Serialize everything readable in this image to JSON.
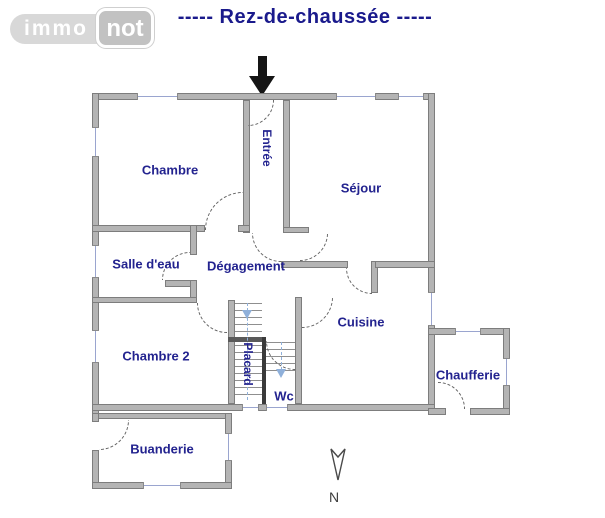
{
  "logo": {
    "immo": "immo",
    "not": "not"
  },
  "title": "-----  Rez-de-chaussée  -----",
  "rooms": {
    "chambre": "Chambre",
    "entree": "Entrée",
    "sejour": "Séjour",
    "salle_deau": "Salle d'eau",
    "degagement": "Dégagement",
    "chambre2": "Chambre 2",
    "placard": "Placard",
    "cuisine": "Cuisine",
    "wc": "Wc",
    "chaufferie": "Chaufferie",
    "buanderie": "Buanderie"
  },
  "compass": {
    "label": "N"
  },
  "icons": [
    "entrance-arrow-icon",
    "north-arrow-icon"
  ],
  "colors": {
    "wall": "#b4b4b4",
    "wall_edge": "#7d7d7d",
    "room_label": "#23238f",
    "title": "#1a1a8c",
    "window": "#9aa5cf",
    "stair_arrow": "#8fb0da",
    "logo_gray": "#d8d8d8"
  }
}
